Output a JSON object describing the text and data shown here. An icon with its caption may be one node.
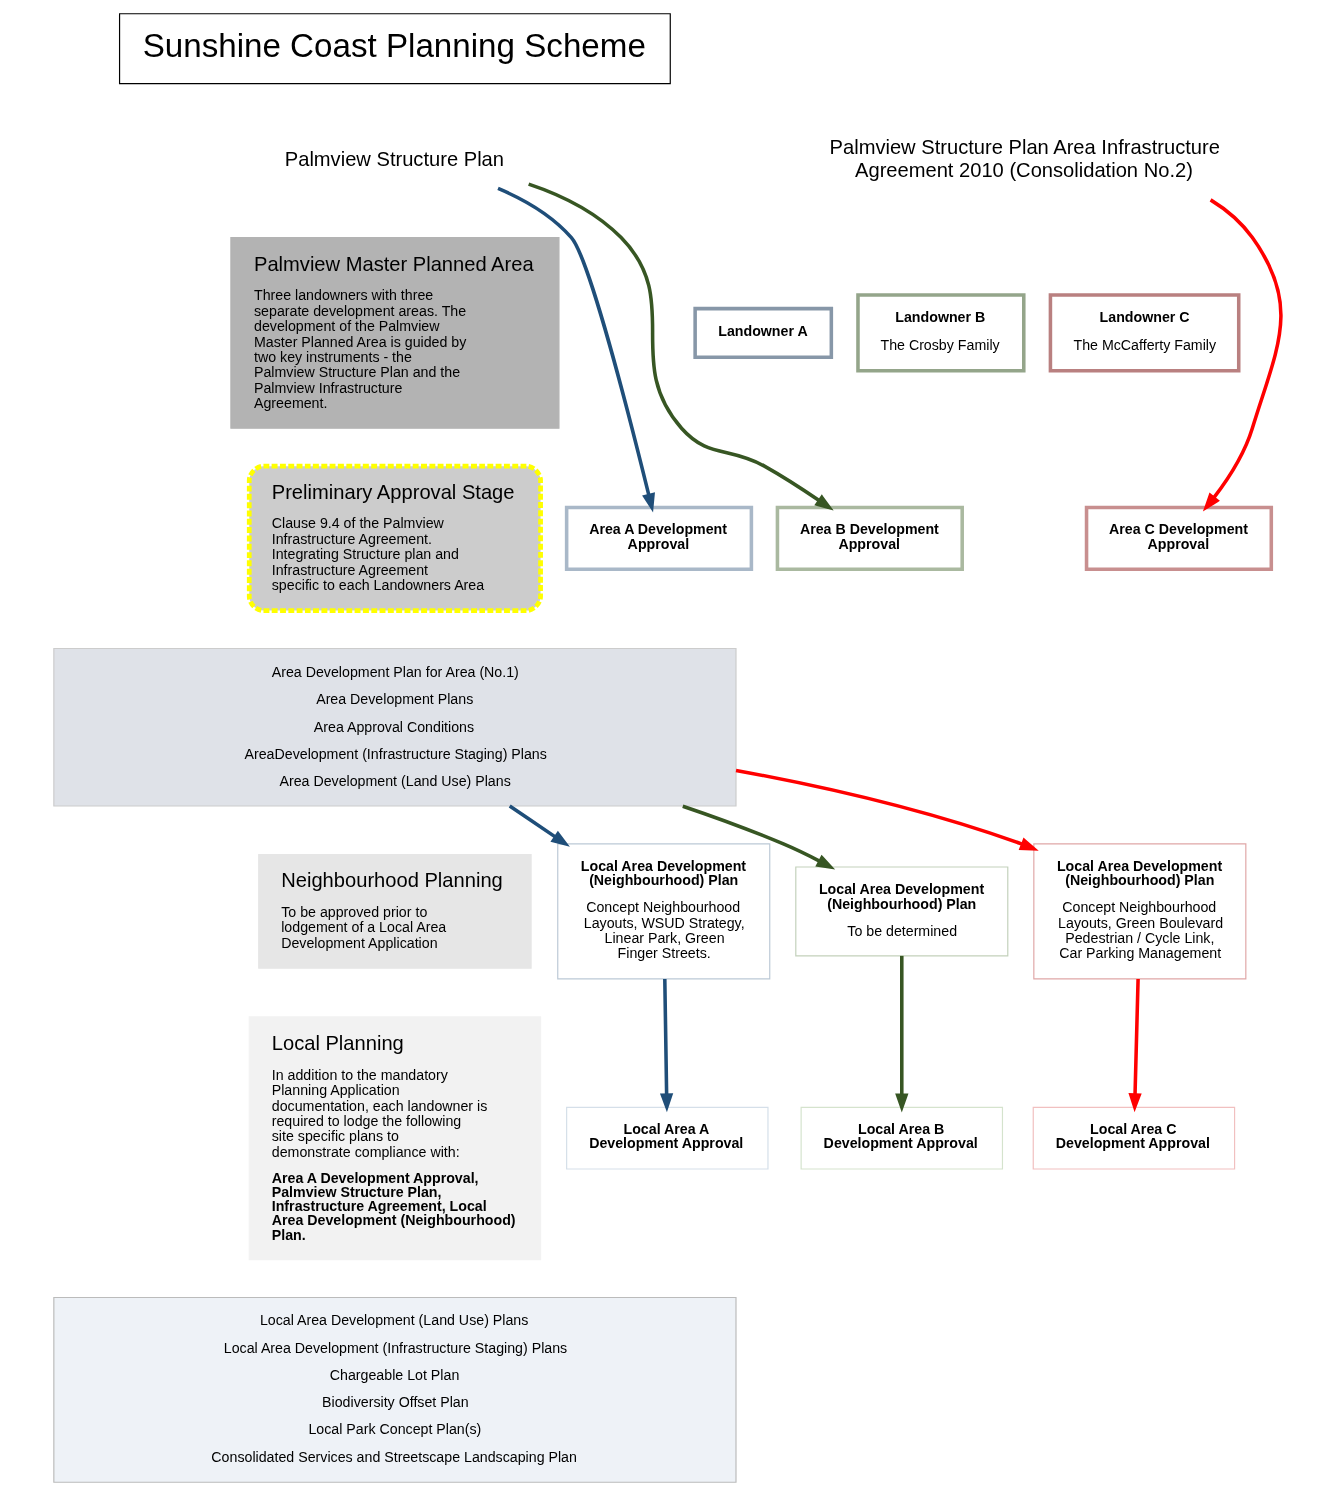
{
  "diagram": {
    "nodes": [
      {
        "text": [
          "Palmview Master Planned Area",
          "Three landowners with three separate development areas. The development of the Palmview Master Planned Area is guided by two key instruments - the Palmview Structure Plan and the Palmview Infrastructure Agreement."
        ]
      },
      {
        "text": [
          "Sunshine Coast Planning Scheme"
        ]
      },
      {
        "text": [
          "Palmview Structure Plan"
        ]
      },
      {
        "text": [
          "Palmview Structure Plan Area Infrastructure Agreement 2010 (Consolidation No.2)"
        ]
      },
      {
        "text": [
          "Landowner A"
        ]
      },
      {
        "text": [
          "Landowner B",
          "The Crosby Family"
        ]
      },
      {
        "text": [
          "Landowner C",
          "The McCafferty Family"
        ]
      },
      {
        "text": [
          "Preliminary Approval Stage",
          "Clause 9.4 of the Palmview Infrastructure Agreement. Integrating Structure plan and Infrastructure Agreement specific to each Landowners Area"
        ]
      },
      {
        "text": [
          "Area A Development Approval"
        ]
      },
      {
        "text": [
          "Area B Development Approval"
        ]
      },
      {
        "text": [
          "Area C Development Approval"
        ]
      },
      {
        "text": [
          "Area Development Plan for Area (No.1)",
          "Area Development Plans",
          "Area Approval Conditions",
          "AreaDevelopment (Infrastructure Staging) Plans",
          "Area Development (Land Use) Plans"
        ]
      },
      {
        "text": [
          "Neighbourhood Planning",
          "To be approved prior to lodgement of a Local Area Development Application"
        ]
      },
      {
        "text": [
          "Local Area Development (Neighbourhood) Plan",
          "Concept Neighbourhood Layouts, WSUD Strategy, Linear Park, Green Finger Streets."
        ]
      },
      {
        "text": [
          "Local Area Development (Neighbourhood) Plan",
          "To be determined"
        ]
      },
      {
        "text": [
          "Local Area Development (Neighbourhood) Plan",
          "Concept Neighbourhood Layouts, Green Boulevard Pedestrian / Cycle Link, Car Parking Management"
        ]
      },
      {
        "text": [
          "Local Planning",
          "In addition to the mandatory Planning Application documentation, each landowner is required to lodge the following site specific plans to demonstrate compliance with:",
          "Area A Development Approval, Palmview Structure Plan, Infrastructure Agreement, Local Area Development (Neighbourhood) Plan."
        ]
      },
      {
        "text": [
          "Local Area A Development Approval"
        ]
      },
      {
        "text": [
          "Local Area B Development Approval"
        ]
      },
      {
        "text": [
          "Local Area C Development Approval"
        ]
      },
      {
        "text": [
          "Local Area Development (Land Use) Plans",
          "Local Area Development (Infrastructure Staging) Plans",
          "Chargeable Lot Plan",
          "Biodiversity Offset Plan",
          "Local Park Concept Plan(s)",
          "Consolidated Services and Streetscape Landscaping Plan"
        ]
      }
    ],
    "edges": [
      {
        "from": 2,
        "to": 8,
        "arrow": "to",
        "color": "#1f4e79"
      },
      {
        "from": 2,
        "to": 9,
        "arrow": "to",
        "color": "#375623"
      },
      {
        "from": 3,
        "to": 10,
        "arrow": "to",
        "color": "#ff0000"
      },
      {
        "from": 11,
        "to": 13,
        "arrow": "to",
        "color": "#1f4e79"
      },
      {
        "from": 11,
        "to": 14,
        "arrow": "to",
        "color": "#375623"
      },
      {
        "from": 11,
        "to": 15,
        "arrow": "to",
        "color": "#ff0000"
      },
      {
        "from": 13,
        "to": 17,
        "arrow": "to",
        "color": "#1f4e79"
      },
      {
        "from": 14,
        "to": 18,
        "arrow": "to",
        "color": "#375623"
      },
      {
        "from": 15,
        "to": 19,
        "arrow": "to",
        "color": "#ff0000"
      }
    ]
  }
}
